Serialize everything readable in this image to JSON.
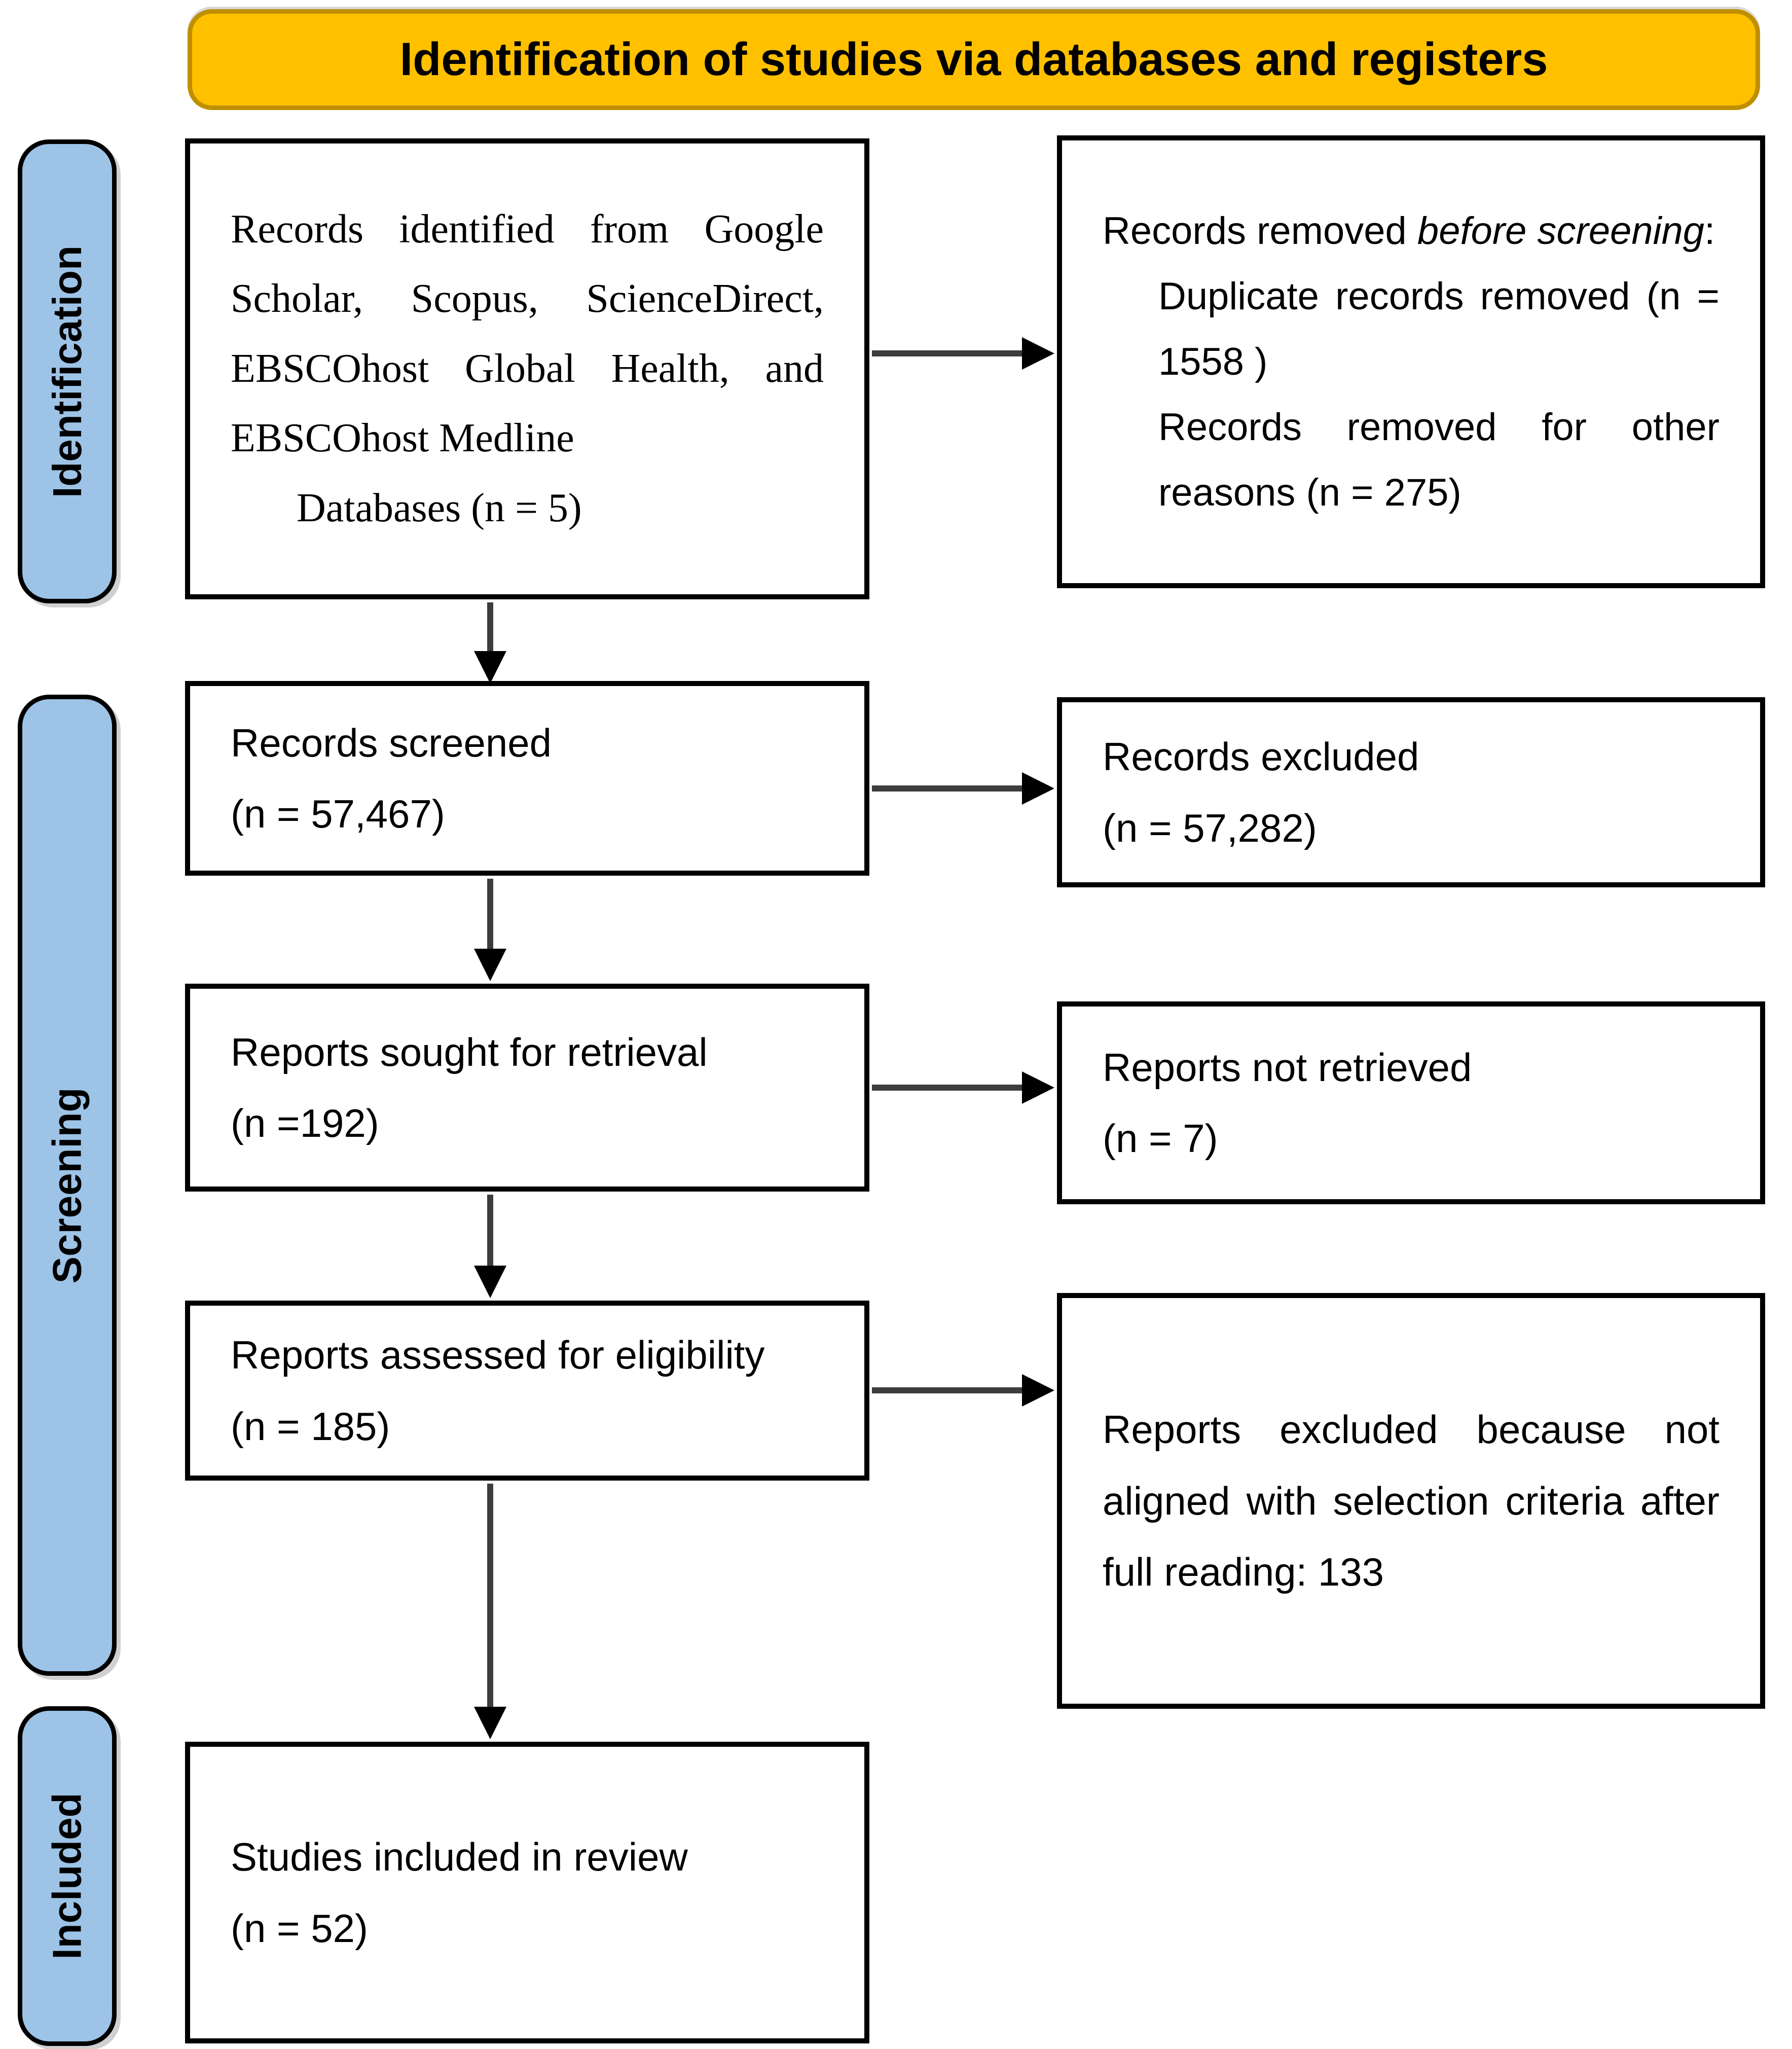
{
  "title_banner": {
    "label": "Identification of studies via databases and registers"
  },
  "stages": [
    {
      "label": "Identification"
    },
    {
      "label": "Screening"
    },
    {
      "label": "Included"
    }
  ],
  "colors": {
    "banner_fill": "#FFC000",
    "banner_border": "#BF8F00",
    "stage_fill": "#9DC3E6",
    "box_border": "#000000",
    "arrow": "#000000"
  },
  "flow": {
    "records_identified": {
      "text": "Records identified from Google Scholar, Scopus, ScienceDirect, EBSCOhost Global Health, and EBSCOhost Medline",
      "indented_line": "Databases (n = 5)"
    },
    "records_removed": {
      "prefix": "Records removed ",
      "italic": "before screening",
      "suffix": ":",
      "items": [
        "Duplicate records removed (n = 1558 )",
        "Records removed for other reasons (n = 275)"
      ]
    },
    "records_screened": {
      "line1": "Records screened",
      "line2": "(n = 57,467)"
    },
    "records_excluded": {
      "line1": "Records excluded",
      "line2": "(n = 57,282)"
    },
    "reports_sought": {
      "line1": "Reports sought for retrieval",
      "line2": "(n =192)"
    },
    "reports_not_retrieved": {
      "line1": "Reports not retrieved",
      "line2": "(n = 7)"
    },
    "reports_assessed": {
      "line1": "Reports assessed for eligibility",
      "line2": "(n = 185)"
    },
    "reports_excluded": {
      "text": "Reports excluded because not aligned with selection criteria after full reading: 133"
    },
    "studies_included": {
      "line1": "Studies included in review",
      "line2": "(n = 52)"
    }
  }
}
